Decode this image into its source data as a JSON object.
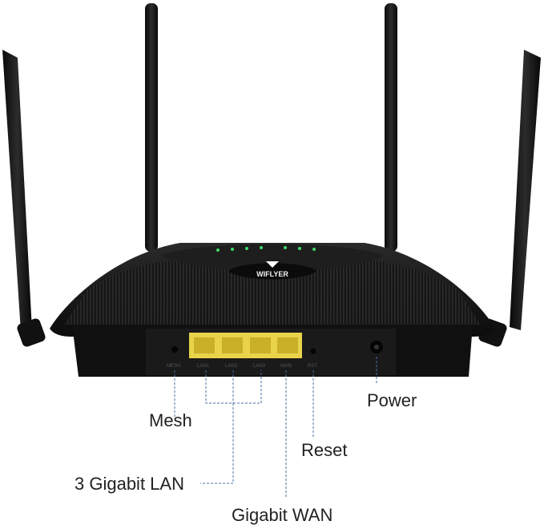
{
  "brand": {
    "logo_text": "WIFLYER"
  },
  "ports": [
    "MESH",
    "LAN1",
    "LAN2",
    "LAN3",
    "WAN",
    "RST"
  ],
  "callouts": {
    "mesh": "Mesh",
    "lan": "3 Gigabit LAN",
    "wan": "Gigabit WAN",
    "reset": "Reset",
    "power": "Power"
  },
  "colors": {
    "body": "#141414",
    "port_yellow": "#e8d34a",
    "led_green": "#3ddc6a",
    "leader_line": "#4a6fa5"
  }
}
